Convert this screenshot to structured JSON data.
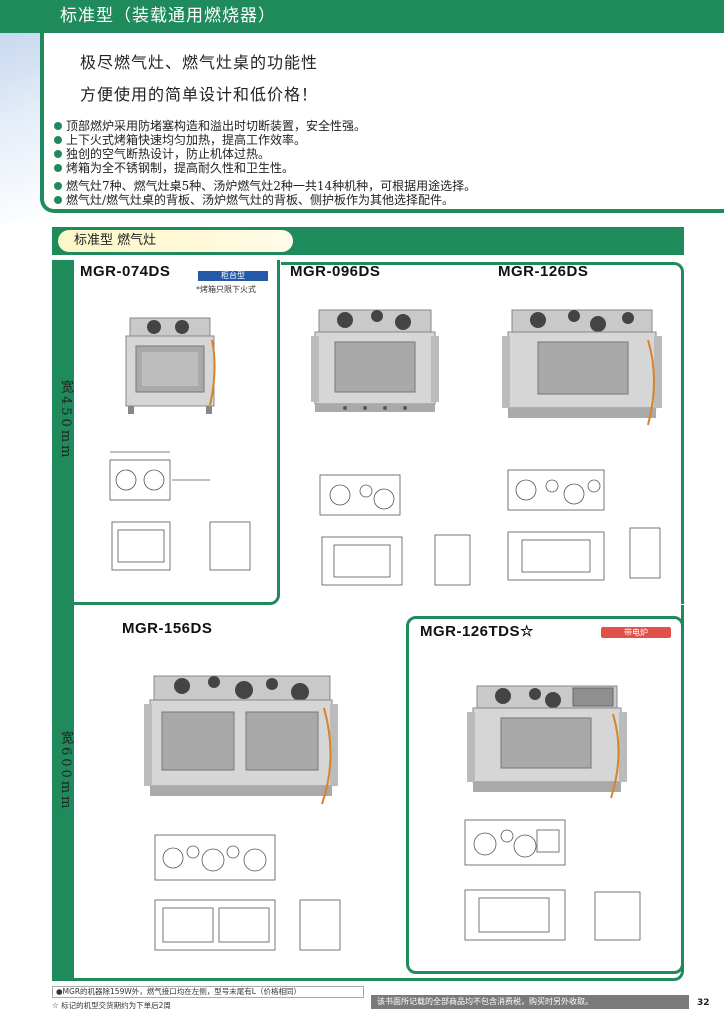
{
  "header": {
    "title": "标准型（装载通用燃烧器）"
  },
  "intro": {
    "line1": "极尽燃气灶、燃气灶桌的功能性",
    "line2": "方便使用的简单设计和低价格！",
    "bullets": [
      "顶部燃炉采用防堵塞构造和溢出时切断装置，安全性强。",
      "上下火式烤箱快速均匀加热，提高工作效率。",
      "独创的空气断热设计，防止机体过热。",
      "烤箱为全不锈钢制，提高耐久性和卫生性。",
      "燃气灶7种、燃气灶桌5种、汤炉燃气灶2种一共14种机种，可根据用途选择。",
      "燃气灶/燃气灶桌的背板、汤炉燃气灶的背板、侧护板作为其他选择配件。"
    ]
  },
  "section": {
    "title": "标准型 燃气灶"
  },
  "rows": [
    {
      "label": "宽450mm"
    },
    {
      "label": "宽600mm"
    }
  ],
  "models": {
    "m074": {
      "name": "MGR-074DS",
      "badge": "柜台型",
      "note": "*烤箱只限下火式"
    },
    "m096": {
      "name": "MGR-096DS"
    },
    "m126": {
      "name": "MGR-126DS"
    },
    "m156": {
      "name": "MGR-156DS"
    },
    "m126t": {
      "name": "MGR-126TDS☆",
      "badge": "带电炉"
    }
  },
  "footer": {
    "box": "●MGR的机器除159W外，燃气接口均在左侧，型号末尾有L（价格相同）",
    "note": "☆ 标记的机型交货期约为下单后2周",
    "tax": "该书面所记载的全部商品均不包含消费税，购买时另外收取。",
    "page": "32"
  },
  "colors": {
    "brand_green": "#1f8a5c",
    "badge_blue": "#2458a8",
    "badge_red": "#e2504a",
    "footer_gray": "#7a7a7a"
  }
}
